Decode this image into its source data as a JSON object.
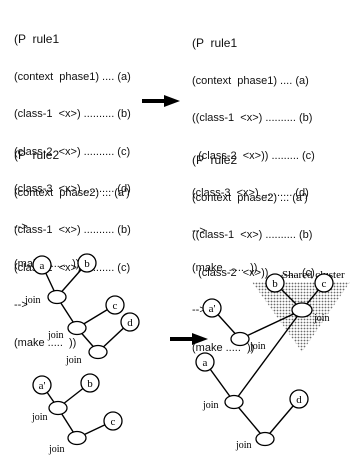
{
  "rules_before": [
    {
      "head": "(P  rule1",
      "lines": [
        "(context  phase1) .... (a)",
        "(class-1  <x>) .......... (b)",
        "(class-2  <x>) .......... (c)",
        "(class-3  <x>) .......... (d)",
        "-->",
        "(make  .....  ))"
      ]
    },
    {
      "head": "(P  rule2",
      "lines": [
        "(context  phase2) ... (a')",
        "(class-1  <x>) .......... (b)",
        "(class-2  <x>) .......... (c)",
        "-->",
        "(make .....  ))"
      ]
    }
  ],
  "rules_after": [
    {
      "head": "(P  rule1",
      "lines": [
        "(context  phase1) .... (a)",
        "((class-1  <x>) .......... (b)",
        "  (class-2  <x>)) ......... (c)",
        "(class-3  <x>) .......... (d)",
        "-->",
        "(make  .....  ))"
      ]
    },
    {
      "head": "(P  rule2",
      "lines": [
        "(context  phase2) ... (a')",
        "((class-1  <x>) .......... (b)",
        "  (class-2  <x>)) ......... (c)",
        "-->",
        "(make .....  ))"
      ]
    }
  ],
  "join_label": "join",
  "shared_cluster_label": "Shared cluster",
  "node_labels": {
    "a": "a",
    "b": "b",
    "c": "c",
    "d": "d",
    "a_prime": "a'"
  }
}
